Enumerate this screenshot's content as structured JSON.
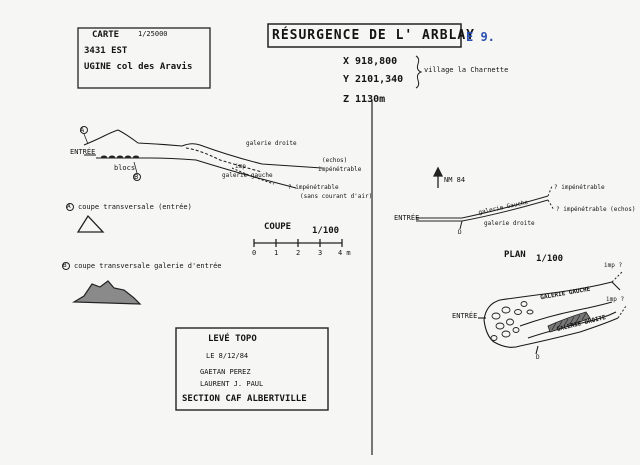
{
  "title": "RÉSURGENCE DE L' ARBLAY",
  "cave_code": "E 9.",
  "map_ref": {
    "carte_label": "CARTE",
    "scale": "1/25000",
    "sheet": "3431 EST",
    "name": "UGINE col des Aravis"
  },
  "coordinates": {
    "x": "X  918,800",
    "y": "Y  2101,340",
    "z": "Z  1130m",
    "village": "village la Charnette"
  },
  "coupe": {
    "title": "COUPE",
    "scale": "1/100",
    "scale_ticks": [
      "0",
      "1",
      "2",
      "3",
      "4 m"
    ],
    "labels": {
      "entree": "ENTRÉE",
      "blocs": "blocs",
      "galerie_droite": "galerie droite",
      "galerie_gauche": "galerie gauche",
      "imp": "imp",
      "echos": "(echos)",
      "impenetrable_1": "impénétrable",
      "impenetrable_2": "? impénétrable",
      "courant_air": "(sans courant d'air)",
      "marker_a": "A",
      "marker_b": "B"
    }
  },
  "sections": {
    "a_label": "coupe transversale (entrée)",
    "b_label": "coupe transversale galerie d'entrée",
    "marker_a": "A",
    "marker_b": "B"
  },
  "leve": {
    "title": "LEVÉ TOPO",
    "date": "LE 8/12/84",
    "author1": "GAETAN PEREZ",
    "author2": "LAURENT J. PAUL",
    "club": "SECTION CAF ALBERTVILLE"
  },
  "plan_small": {
    "north": "NM 84",
    "entree": "ENTRÉE",
    "galerie_gauche": "galerie Gauche",
    "galerie_droite": "galerie droite",
    "impenetrable_1": "? impénétrable",
    "impenetrable_2": "? impénétrable (echos)",
    "marker_d": "D"
  },
  "plan_large": {
    "title": "PLAN",
    "scale": "1/100",
    "entree": "ENTRÉE",
    "galerie_gauche": "GALERIE GAUCHE",
    "galerie_droite": "GALERIE DROITE",
    "imp1": "imp ?",
    "imp2": "imp ?",
    "marker_d": "D"
  }
}
